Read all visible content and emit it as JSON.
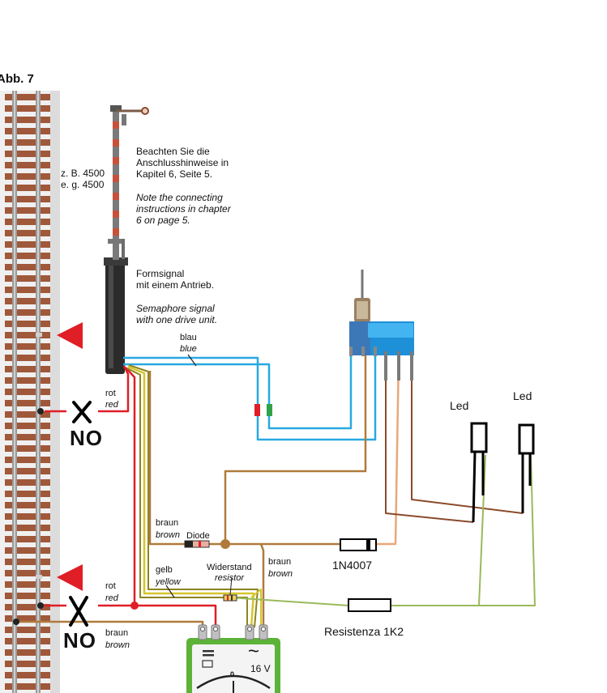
{
  "figure_label": "Abb. 7",
  "signal_model": {
    "de": "z. B. 4500",
    "en": "e. g. 4500"
  },
  "note": {
    "de": [
      "Beachten Sie die",
      "Anschlusshinweise in",
      "Kapitel 6, Seite 5."
    ],
    "en": [
      "Note the connecting",
      "instructions in chapter",
      "6 on page 5."
    ]
  },
  "signal_desc": {
    "de": [
      "Formsignal",
      "mit einem Antrieb."
    ],
    "en": [
      "Semaphore signal",
      "with one drive unit."
    ]
  },
  "wires": {
    "blue": {
      "de": "blau",
      "en": "blue"
    },
    "red_top": {
      "de": "rot",
      "en": "red"
    },
    "red_bottom": {
      "de": "rot",
      "en": "red"
    },
    "brown_diode": {
      "de": "braun",
      "en": "brown"
    },
    "brown_right": {
      "de": "braun",
      "en": "brown"
    },
    "brown_bottom": {
      "de": "braun",
      "en": "brown"
    },
    "yellow": {
      "de": "gelb",
      "en": "yellow"
    }
  },
  "components": {
    "diode_label": "Diode",
    "resistor_label": {
      "de": "Widerstand",
      "en": "resistor"
    },
    "diode_part": "1N4007",
    "resistor_part": "Resistenza 1K2",
    "led_left": "Led",
    "led_right": "Led"
  },
  "no_marks": [
    "NO",
    "NO"
  ],
  "transformer": {
    "voltage": "16 V",
    "dial_zero": "0",
    "ac_symbol": "~"
  },
  "colors": {
    "blue_wire": "#27a9e1",
    "red_wire": "#e01e26",
    "yellow_wire": "#d4c62a",
    "brown_wire": "#b07a3c",
    "dark_brown_wire": "#8b4a2b",
    "green_wire": "#9ab95a",
    "transformer_green": "#5cb338",
    "switch_blue": "#1e90d8",
    "arrow_red": "#e01e26"
  }
}
